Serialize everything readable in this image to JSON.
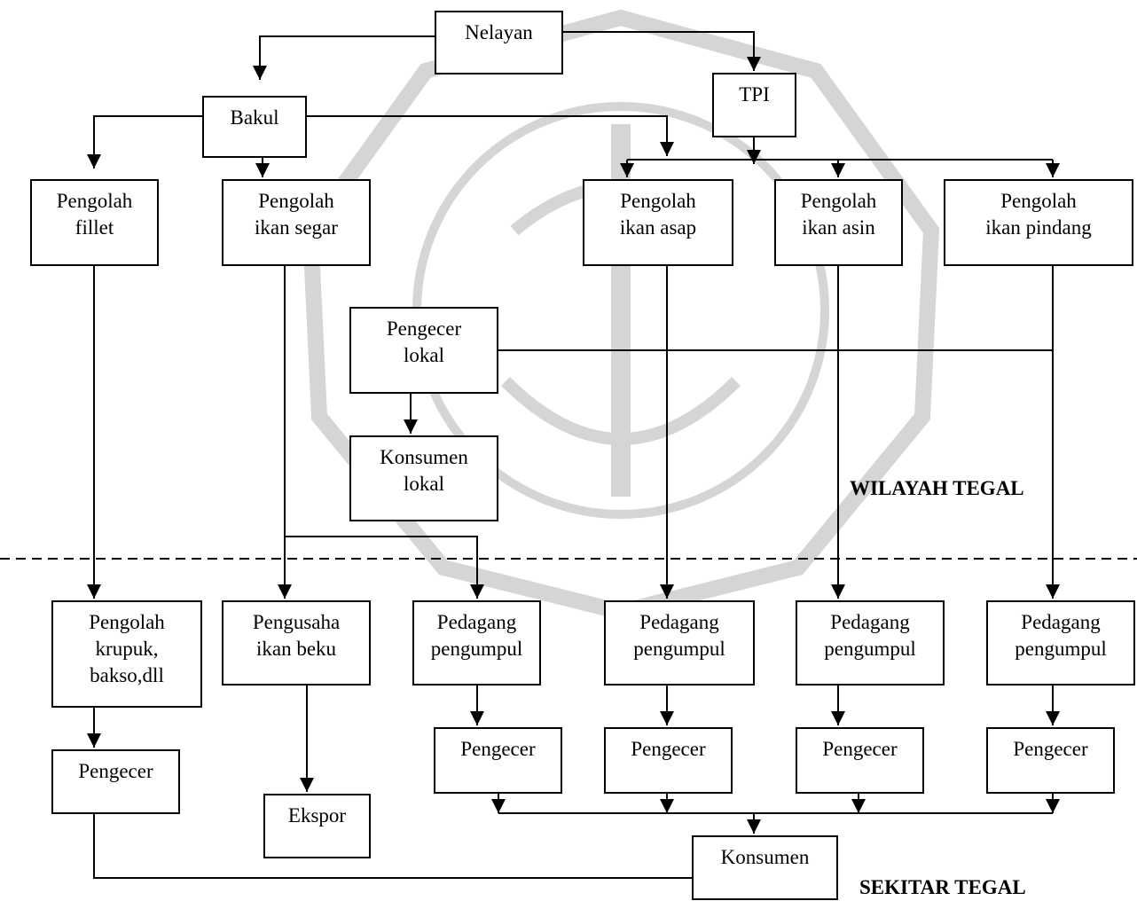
{
  "nodes": {
    "nelayan": [
      "Nelayan"
    ],
    "tpi": [
      "TPI"
    ],
    "bakul": [
      "Bakul"
    ],
    "fillet": [
      "Pengolah",
      "fillet"
    ],
    "segar": [
      "Pengolah",
      "ikan segar"
    ],
    "asap": [
      "Pengolah",
      "ikan asap"
    ],
    "asin": [
      "Pengolah",
      "ikan asin"
    ],
    "pindang": [
      "Pengolah",
      "ikan pindang"
    ],
    "pengecer_lokal": [
      "Pengecer",
      "lokal"
    ],
    "konsumen_lokal": [
      "Konsumen",
      "lokal"
    ],
    "krupuk": [
      "Pengolah",
      "krupuk,",
      "bakso,dll"
    ],
    "beku": [
      "Pengusaha",
      "ikan beku"
    ],
    "pp1": [
      "Pedagang",
      "pengumpul"
    ],
    "pp2": [
      "Pedagang",
      "pengumpul"
    ],
    "pp3": [
      "Pedagang",
      "pengumpul"
    ],
    "pp4": [
      "Pedagang",
      "pengumpul"
    ],
    "pengecer_a": [
      "Pengecer"
    ],
    "pengecer_b": [
      "Pengecer"
    ],
    "pengecer_c": [
      "Pengecer"
    ],
    "pengecer_d": [
      "Pengecer"
    ],
    "pengecer_e": [
      "Pengecer"
    ],
    "ekspor": [
      "Ekspor"
    ],
    "konsumen": [
      "Konsumen"
    ]
  },
  "regions": {
    "upper": "WILAYAH TEGAL",
    "lower": "SEKITAR TEGAL"
  }
}
